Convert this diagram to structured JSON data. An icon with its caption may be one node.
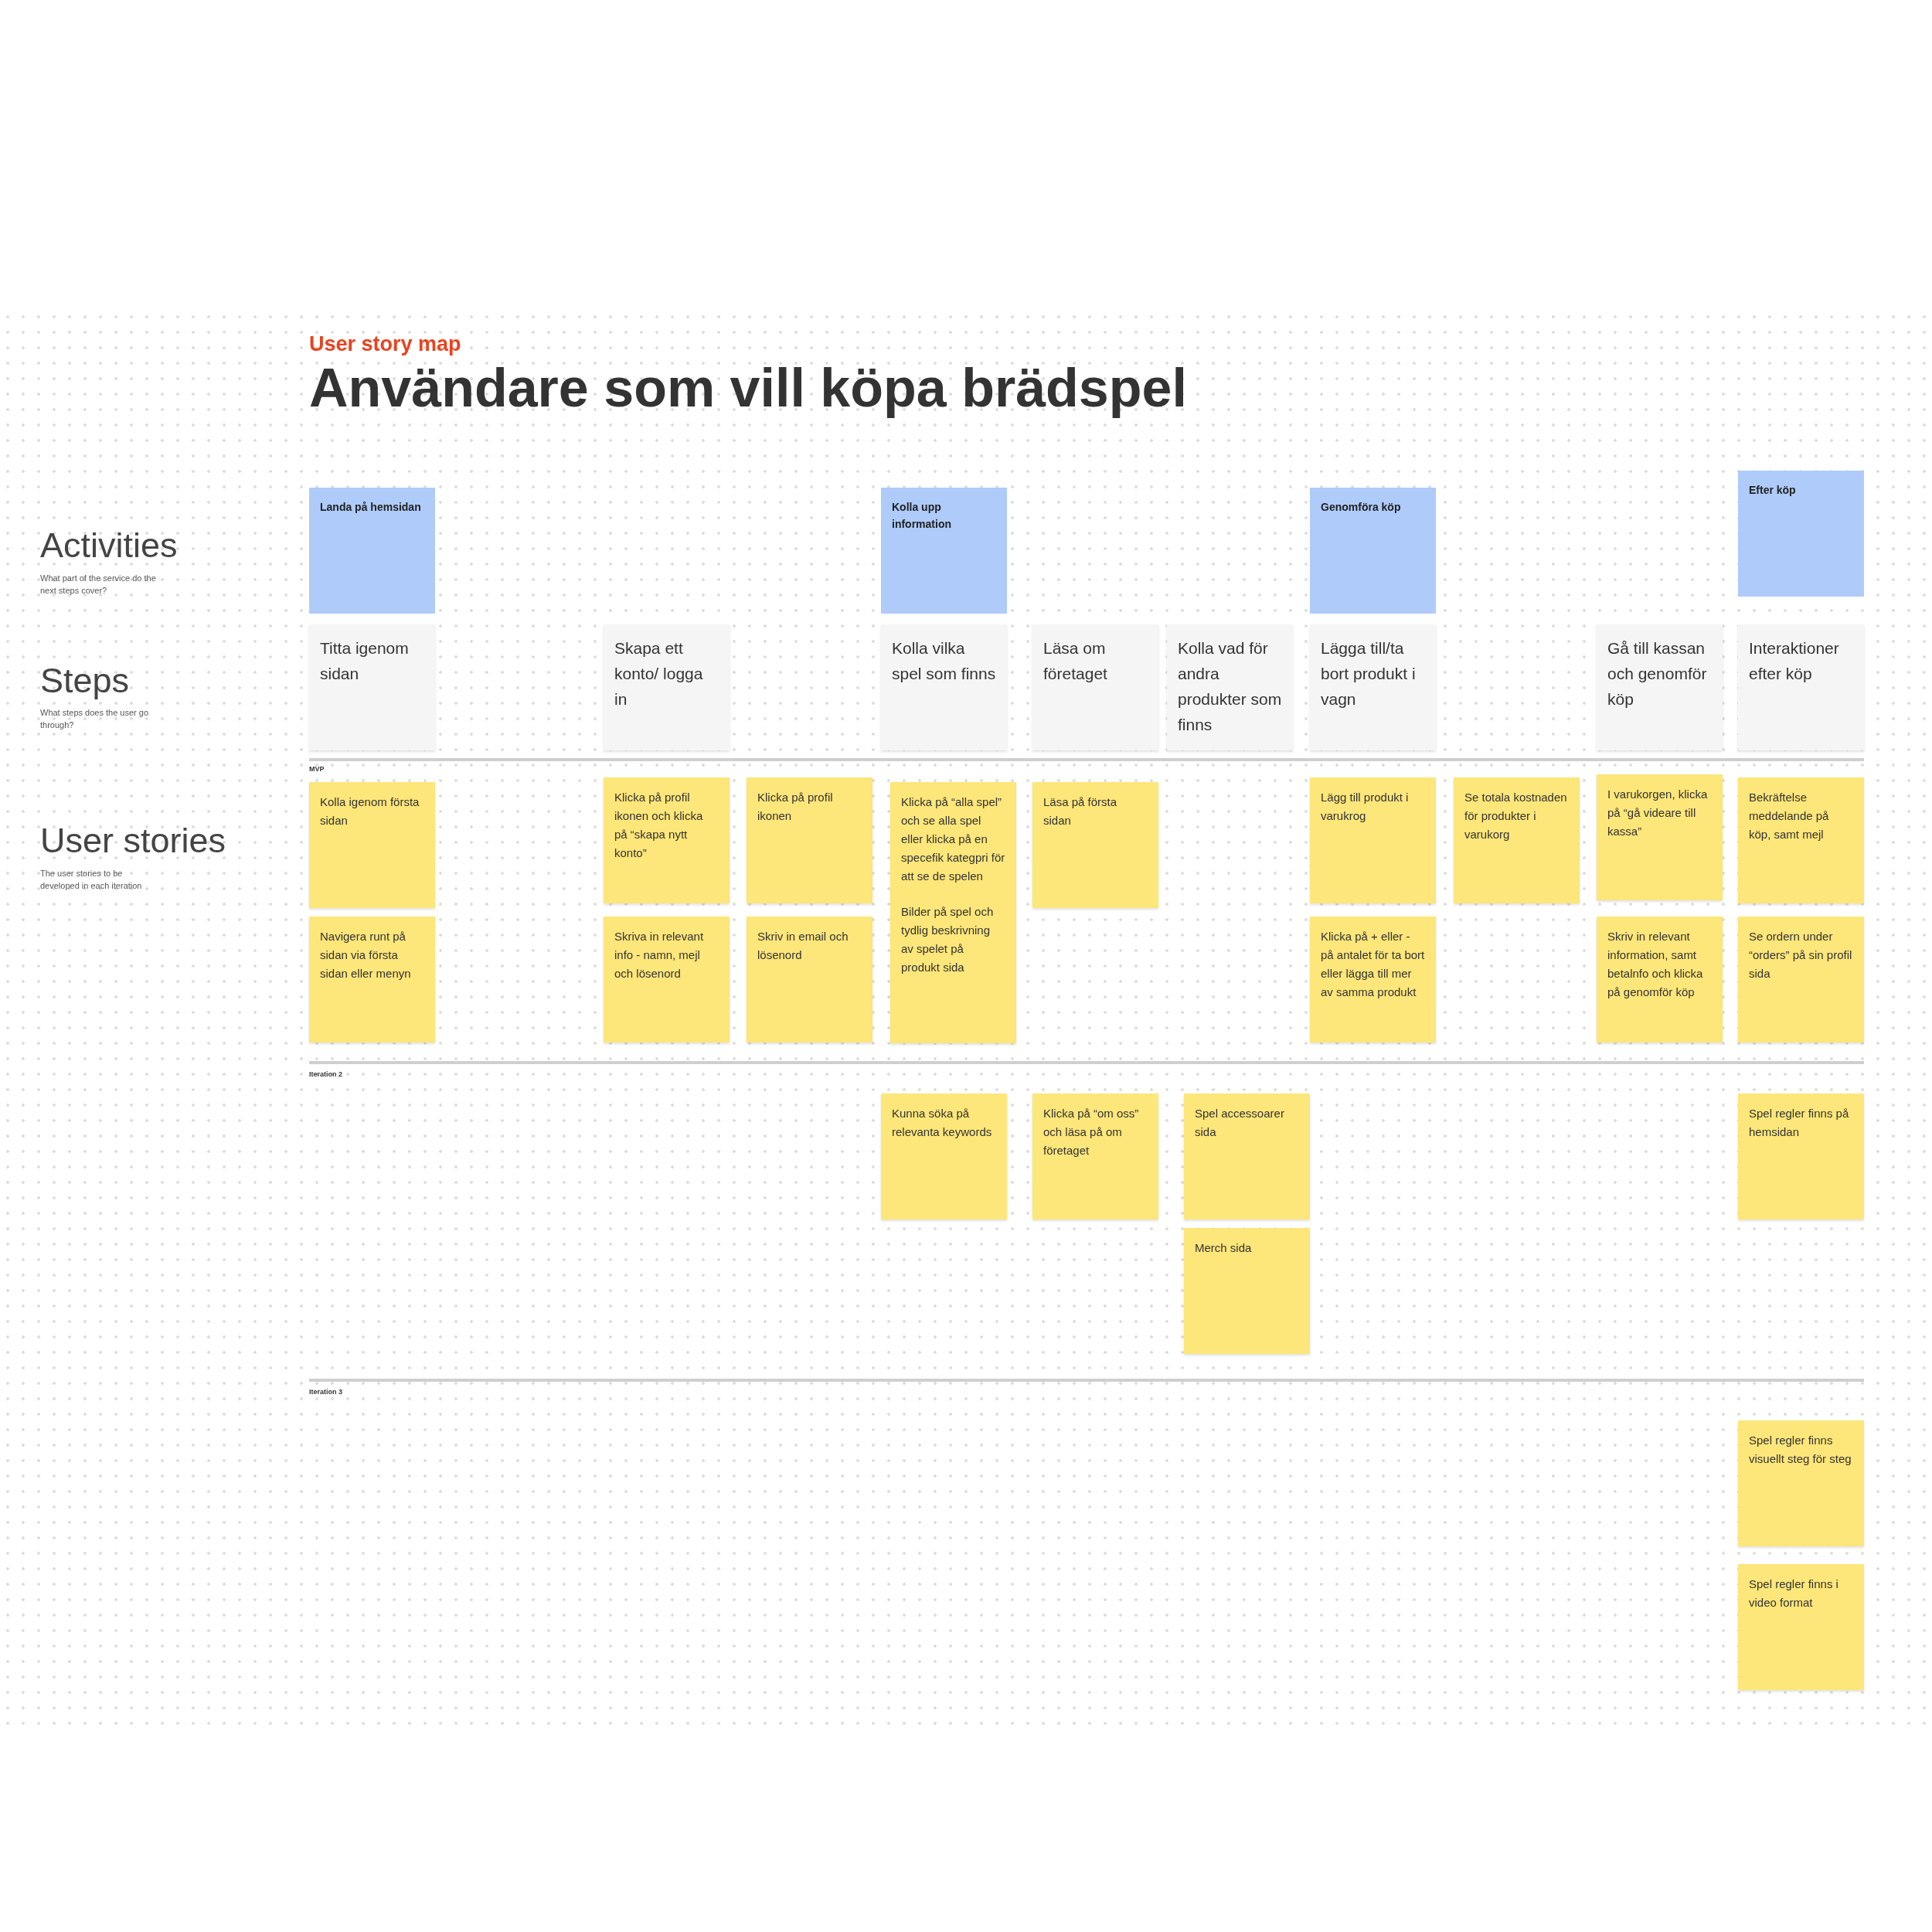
{
  "diagram": {
    "title": "Användare som vill köpa brädspel",
    "nodes": [
      {
        "text": [
          "Landa på hemsidan"
        ]
      },
      {
        "text": [
          "Kolla upp information"
        ]
      },
      {
        "text": [
          "Genomföra köp"
        ]
      },
      {
        "text": [
          "Efter köp"
        ]
      },
      {
        "text": [
          "Titta igenom sidan"
        ]
      },
      {
        "text": [
          "Skapa ett konto/ logga in"
        ]
      },
      {
        "text": [
          "Kolla vilka spel som finns"
        ]
      },
      {
        "text": [
          "Läsa om företaget"
        ]
      },
      {
        "text": [
          "Kolla vad för andra produkter som finns"
        ]
      },
      {
        "text": [
          "Lägga till/ta bort produkt i vagn"
        ]
      },
      {
        "text": [
          "Gå till kassan och genomför köp"
        ]
      },
      {
        "text": [
          "Interaktioner efter köp"
        ]
      },
      {
        "text": [
          "Kolla igenom första sidan"
        ]
      },
      {
        "text": [
          "Klicka på profil ikonen och klicka på “skapa nytt konto”"
        ]
      },
      {
        "text": [
          "Klicka på profil ikonen"
        ]
      },
      {
        "text": [
          "Klicka på “alla spel” och se alla spel eller klicka på en specefik kategpri för att se de spelen",
          "Bilder på spel och tydlig beskrivning av spelet på produkt sida"
        ]
      },
      {
        "text": [
          "Läsa på första sidan"
        ]
      },
      {
        "text": [
          "Lägg till produkt i varukrog"
        ]
      },
      {
        "text": [
          "Se totala kostnaden för produkter i varukorg"
        ]
      },
      {
        "text": [
          "I varukorgen, klicka på “gå videare till kassa”"
        ]
      },
      {
        "text": [
          "Bekräftelse meddelande på köp, samt mejl"
        ]
      },
      {
        "text": [
          "Navigera runt på sidan via första sidan eller menyn"
        ]
      },
      {
        "text": [
          "Skriva in relevant info - namn, mejl och lösenord"
        ]
      },
      {
        "text": [
          "Skriv in email och lösenord"
        ]
      },
      {
        "text": [
          "Klicka på + eller - på antalet för ta bort eller lägga till mer av samma produkt"
        ]
      },
      {
        "text": [
          "Skriv in relevant information, samt betalnfo och klicka på genomför köp"
        ]
      },
      {
        "text": [
          "Se ordern under “orders” på sin profil sida"
        ]
      },
      {
        "text": [
          "Kunna söka på relevanta keywords"
        ]
      },
      {
        "text": [
          "Klicka på “om oss” och läsa på om företaget"
        ]
      },
      {
        "text": [
          "Spel accessoarer sida"
        ]
      },
      {
        "text": [
          "Spel regler finns på hemsidan"
        ]
      },
      {
        "text": [
          "Merch sida"
        ]
      },
      {
        "text": [
          "Spel regler finns visuellt steg för steg"
        ]
      },
      {
        "text": [
          "Spel regler finns i video format"
        ]
      }
    ],
    "labels": [
      "User story map",
      "Activities",
      "What part of the service do the next steps cover?",
      "Steps",
      "What steps does the user go through?",
      "User stories",
      "The user stories to be developed in each iteration",
      "MVP",
      "Iteration 2",
      "Iteration 3"
    ]
  }
}
